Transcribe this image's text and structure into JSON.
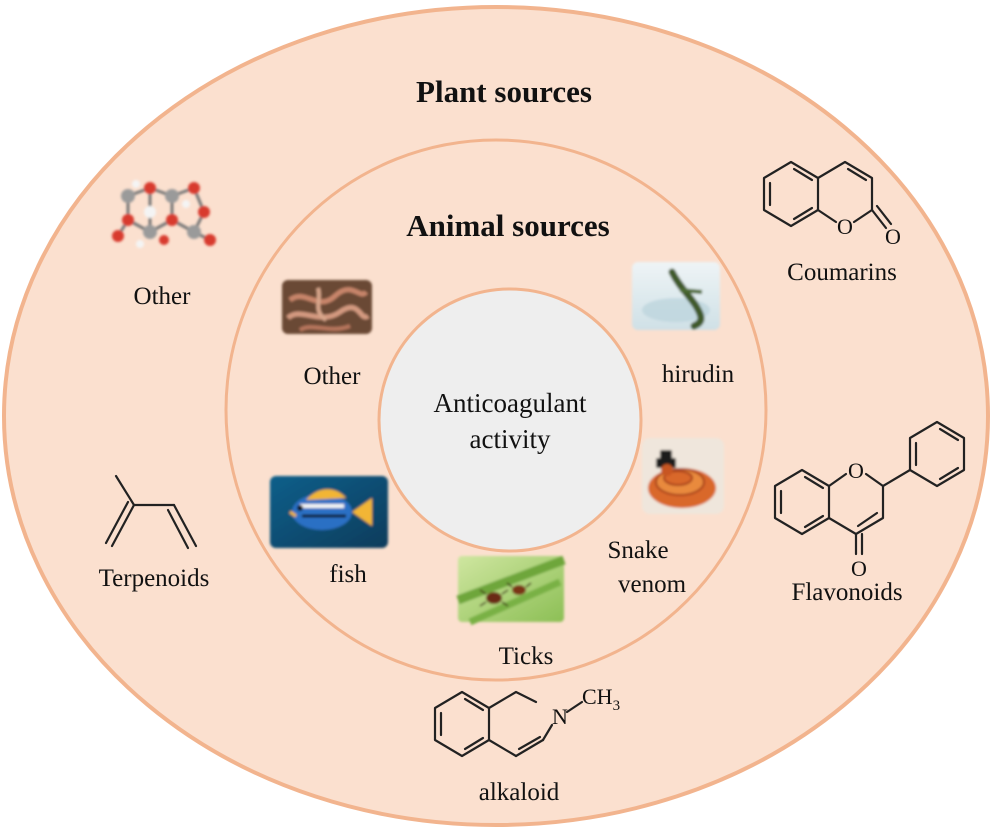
{
  "diagram": {
    "outer_ring": {
      "title": "Plant sources"
    },
    "middle_ring": {
      "title": "Animal sources"
    },
    "center": {
      "line1": "Anticoagulant",
      "line2": "activity"
    },
    "plant_items": {
      "other": "Other",
      "coumarins": "Coumarins",
      "flavonoids": "Flavonoids",
      "terpenoids": "Terpenoids",
      "alkaloid": "alkaloid"
    },
    "animal_items": {
      "other": "Other",
      "hirudin": "hirudin",
      "snake_line1": "Snake",
      "snake_line2": "venom",
      "ticks": "Ticks",
      "fish": "fish"
    },
    "atoms": {
      "oxygen": "O",
      "nitrogen": "N",
      "methyl": "CH",
      "methyl_sub": "3"
    },
    "colors": {
      "outer_fill": "#fbe0cf",
      "ring_stroke": "#f2b48e",
      "middle_fill": "#fbe0cf",
      "center_fill": "#eeeeee"
    }
  }
}
